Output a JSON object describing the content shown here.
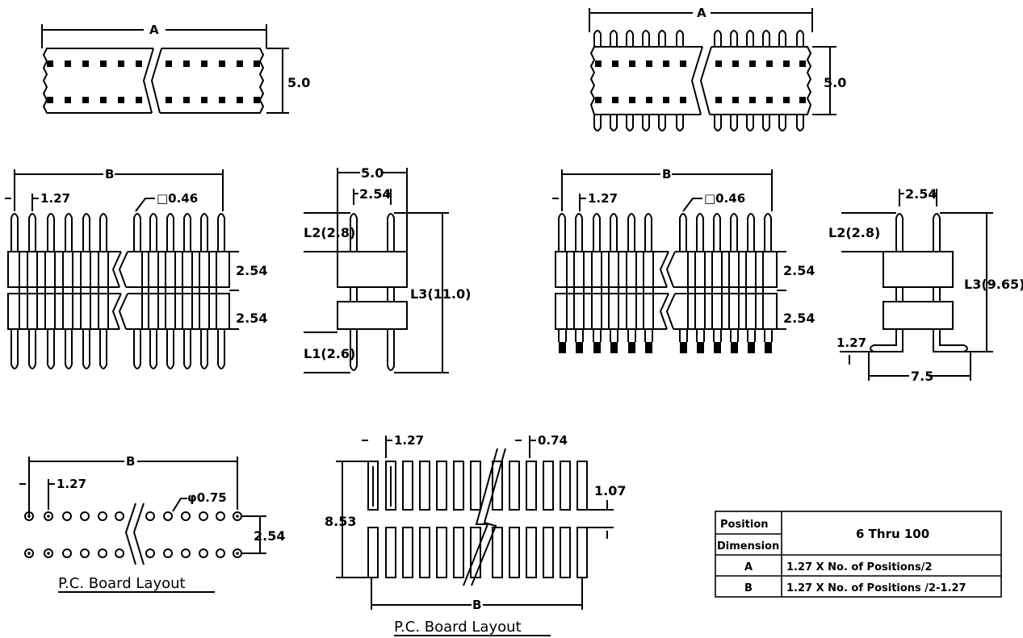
{
  "labels": {
    "a": "A",
    "b": "B",
    "h50": "5.0",
    "w50": "5.0",
    "p127": "1.27",
    "sq046": "□0.46",
    "p254": "2.54",
    "l2": "L2(2.8)",
    "l3_straight": "L3(11.0)",
    "l1": "L1(2.6)",
    "l3_smt": "L3(9.65)",
    "w75": "7.5",
    "phi075": "φ0.75",
    "w074": "0.74",
    "h107": "1.07",
    "h853": "8.53",
    "pcb_layout": "P.C. Board Layout"
  },
  "table": {
    "position": "Position",
    "dimension": "Dimension",
    "range": "6 Thru 100",
    "rows": [
      {
        "key": "A",
        "value": "1.27 X No. of Positions/2"
      },
      {
        "key": "B",
        "value": "1.27 X No. of Positions /2-1.27"
      }
    ]
  }
}
